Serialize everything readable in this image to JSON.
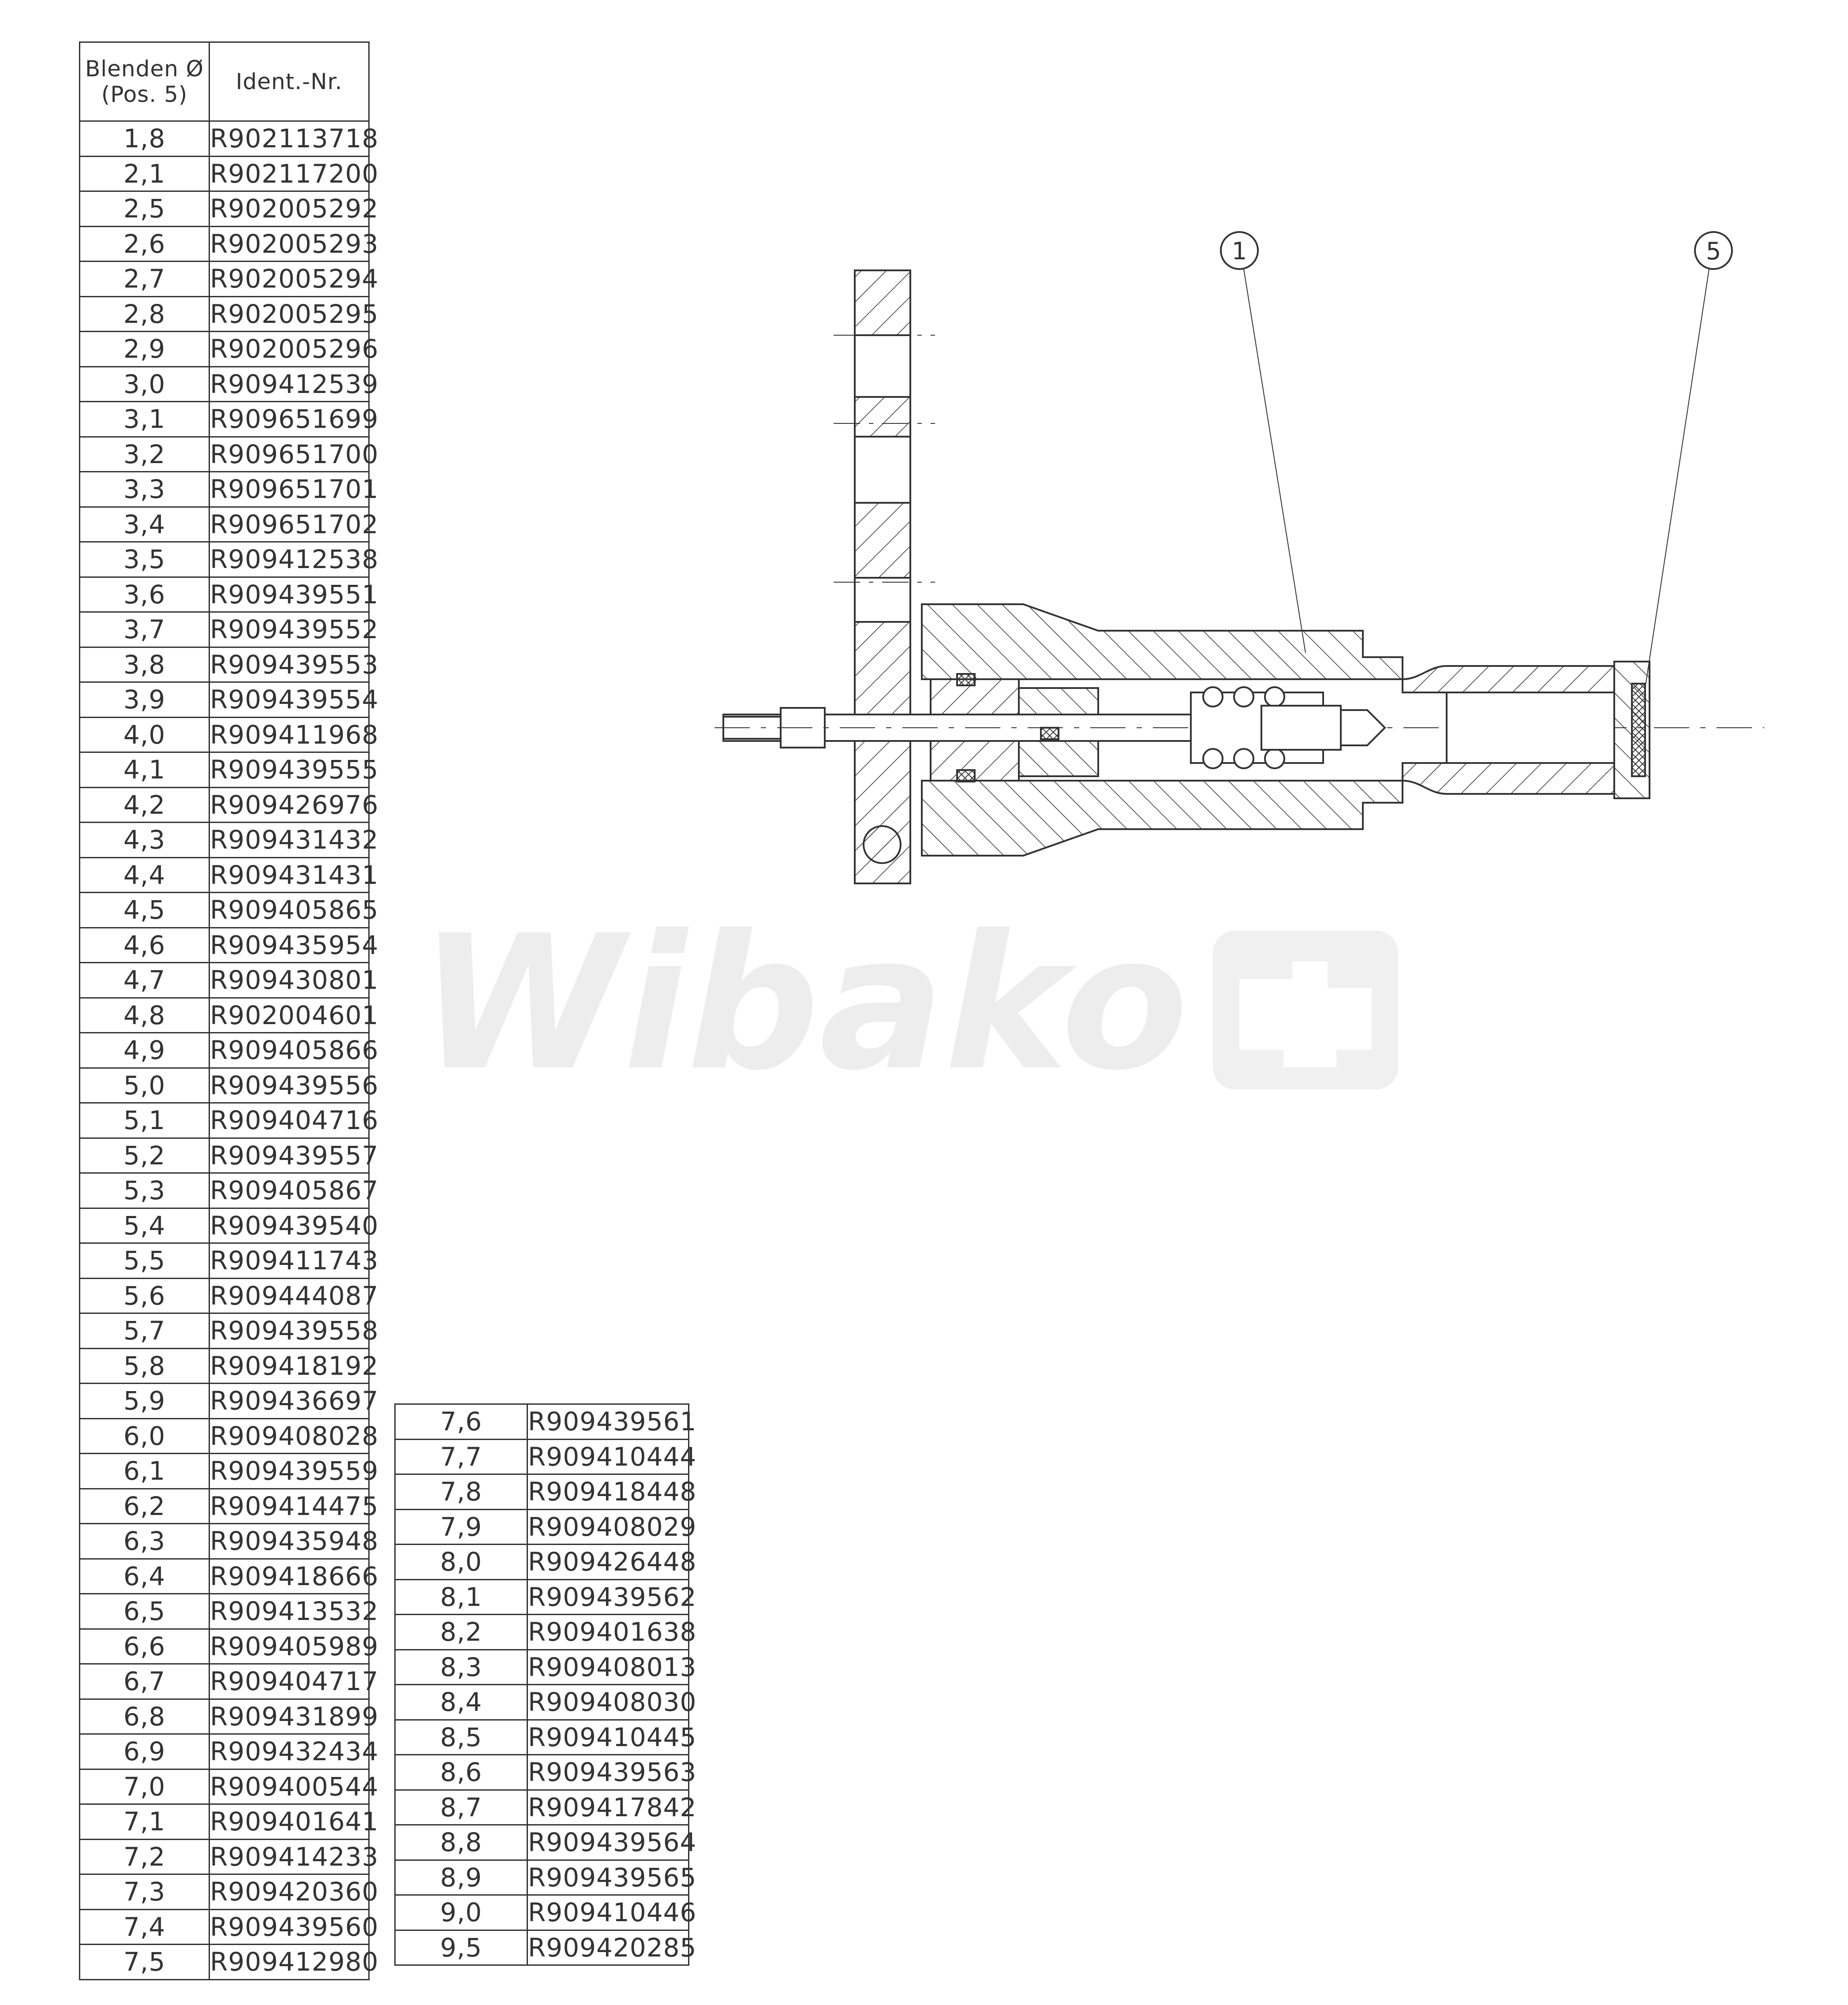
{
  "table": {
    "header": {
      "col1_line1": "Blenden Ø",
      "col1_line2": "(Pos. 5)",
      "col2": "Ident.-Nr."
    },
    "rows_left": [
      [
        "1,8",
        "R902113718"
      ],
      [
        "2,1",
        "R902117200"
      ],
      [
        "2,5",
        "R902005292"
      ],
      [
        "2,6",
        "R902005293"
      ],
      [
        "2,7",
        "R902005294"
      ],
      [
        "2,8",
        "R902005295"
      ],
      [
        "2,9",
        "R902005296"
      ],
      [
        "3,0",
        "R909412539"
      ],
      [
        "3,1",
        "R909651699"
      ],
      [
        "3,2",
        "R909651700"
      ],
      [
        "3,3",
        "R909651701"
      ],
      [
        "3,4",
        "R909651702"
      ],
      [
        "3,5",
        "R909412538"
      ],
      [
        "3,6",
        "R909439551"
      ],
      [
        "3,7",
        "R909439552"
      ],
      [
        "3,8",
        "R909439553"
      ],
      [
        "3,9",
        "R909439554"
      ],
      [
        "4,0",
        "R909411968"
      ],
      [
        "4,1",
        "R909439555"
      ],
      [
        "4,2",
        "R909426976"
      ],
      [
        "4,3",
        "R909431432"
      ],
      [
        "4,4",
        "R909431431"
      ],
      [
        "4,5",
        "R909405865"
      ],
      [
        "4,6",
        "R909435954"
      ],
      [
        "4,7",
        "R909430801"
      ],
      [
        "4,8",
        "R902004601"
      ],
      [
        "4,9",
        "R909405866"
      ],
      [
        "5,0",
        "R909439556"
      ],
      [
        "5,1",
        "R909404716"
      ],
      [
        "5,2",
        "R909439557"
      ],
      [
        "5,3",
        "R909405867"
      ],
      [
        "5,4",
        "R909439540"
      ],
      [
        "5,5",
        "R909411743"
      ],
      [
        "5,6",
        "R909444087"
      ],
      [
        "5,7",
        "R909439558"
      ],
      [
        "5,8",
        "R909418192"
      ],
      [
        "5,9",
        "R909436697"
      ],
      [
        "6,0",
        "R909408028"
      ],
      [
        "6,1",
        "R909439559"
      ],
      [
        "6,2",
        "R909414475"
      ],
      [
        "6,3",
        "R909435948"
      ],
      [
        "6,4",
        "R909418666"
      ],
      [
        "6,5",
        "R909413532"
      ],
      [
        "6,6",
        "R909405989"
      ],
      [
        "6,7",
        "R909404717"
      ],
      [
        "6,8",
        "R909431899"
      ],
      [
        "6,9",
        "R909432434"
      ],
      [
        "7,0",
        "R909400544"
      ],
      [
        "7,1",
        "R909401641"
      ],
      [
        "7,2",
        "R909414233"
      ],
      [
        "7,3",
        "R909420360"
      ],
      [
        "7,4",
        "R909439560"
      ],
      [
        "7,5",
        "R909412980"
      ]
    ],
    "rows_right": [
      [
        "7,6",
        "R909439561"
      ],
      [
        "7,7",
        "R909410444"
      ],
      [
        "7,8",
        "R909418448"
      ],
      [
        "7,9",
        "R909408029"
      ],
      [
        "8,0",
        "R909426448"
      ],
      [
        "8,1",
        "R909439562"
      ],
      [
        "8,2",
        "R909401638"
      ],
      [
        "8,3",
        "R909408013"
      ],
      [
        "8,4",
        "R909408030"
      ],
      [
        "8,5",
        "R909410445"
      ],
      [
        "8,6",
        "R909439563"
      ],
      [
        "8,7",
        "R909417842"
      ],
      [
        "8,8",
        "R909439564"
      ],
      [
        "8,9",
        "R909439565"
      ],
      [
        "9,0",
        "R909410446"
      ],
      [
        "9,5",
        "R909420285"
      ]
    ]
  },
  "drawing": {
    "balloon_1": "1",
    "balloon_5": "5"
  },
  "watermark": {
    "text": "Wibako"
  },
  "colors": {
    "line": "#333333",
    "watermark": "#ececec"
  }
}
